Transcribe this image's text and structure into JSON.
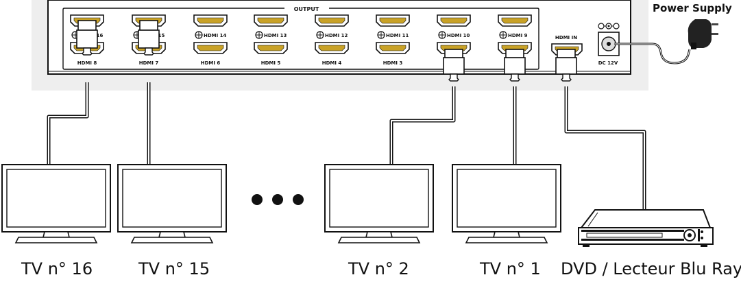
{
  "device": {
    "output_label": "OUTPUT",
    "port_labels_top": [
      "HDMI 16",
      "HDMI 15",
      "HDMI 14",
      "HDMI 13",
      "HDMI 12",
      "HDMI 11",
      "HDMI 10",
      "HDMI 9"
    ],
    "port_labels_bottom": [
      "HDMI 8",
      "HDMI 7",
      "HDMI 6",
      "HDMI 5",
      "HDMI 4",
      "HDMI 3"
    ],
    "hdmi_in_label": "HDMI IN",
    "dc_label": "DC 12V"
  },
  "power_supply_label": "Power Supply",
  "captions": {
    "tv16": "TV n° 16",
    "tv15": "TV n° 15",
    "tv2": "TV n° 2",
    "tv1": "TV n° 1",
    "dvd": "DVD / Lecteur Blu Ray"
  },
  "colors": {
    "line": "#111111",
    "panel": "#eeeeee",
    "port_gold": "#c9a227"
  }
}
